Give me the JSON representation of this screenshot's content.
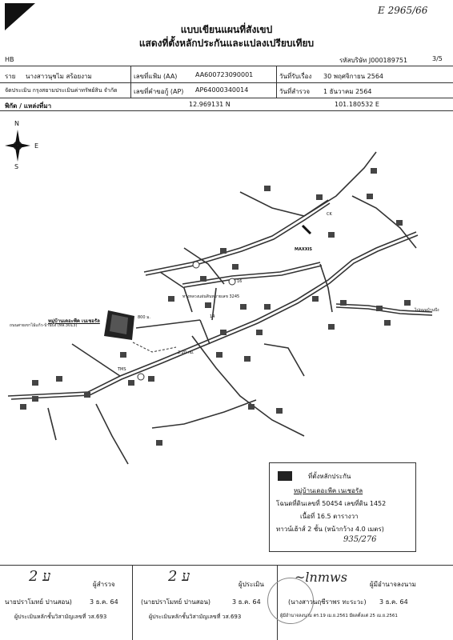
{
  "header": {
    "corner_mark": "HB",
    "handwritten_ref": "E 2965/66",
    "title_line1": "แบบเขียนแผนที่สังเขป",
    "title_line2": "แสดงที่ตั้งหลักประกันและแปลงเปรียบเทียบ",
    "company_code": "รหัสบริษัท J000189751",
    "page_no": "3/5"
  },
  "info": {
    "name_label": "ราย",
    "name_value": "นางสาวนุชไม สร้อยงาม",
    "file_label": "เลขที่แฟ้ม (AA)",
    "file_value": "AA600723090001",
    "receive_label": "วันที่รับเรื่อง",
    "receive_value": "30 พฤศจิกายน 2564",
    "company_value": "จัดประเมิน กรุงสยามประเมินค่าทรัพย์สิน จำกัด",
    "ap_label": "เลขที่คำขอกู้ (AP)",
    "ap_value": "AP64000340014",
    "survey_label": "วันที่สำรวจ",
    "survey_value": "1 ธันวาคม 2564",
    "coord_label": "พิกัด / แหล่งที่มา",
    "lat": "12.969131 N",
    "lon": "101.180532 E"
  },
  "compass": {
    "n": "N",
    "s": "S",
    "e": "E"
  },
  "map_labels": {
    "project_name": "หมู่บ้านเดอะพีค เนเชอรัล",
    "distance_800": "800 ม.",
    "distance_220": "2.20 กม.",
    "maxxis": "MAXXIS",
    "ck": "CK",
    "tms": "TMS",
    "km16": "16",
    "km14": "14",
    "road_3245": "ทางหลวงแผ่นดินหมายเลข 3245",
    "road_3013": "ถนนสายเขาไม้แก้ว-บ้านบึง (ทล.3013)",
    "rd_right": "ไปถนนบ้านบึง"
  },
  "legend": {
    "heading": "ที่ตั้งหลักประกัน",
    "project": "หมู่บ้านเดอะพีค เนเชอรัล",
    "deed": "โฉนดที่ดินเลขที่ 50454 เลขที่ดิน 1452",
    "area": "เนื้อที่ 16.5 ตารางวา",
    "building": "ทาวน์เฮ้าส์ 2 ชั้น (หน้ากว้าง 4.0 เมตร)",
    "handwritten": "935/276"
  },
  "signatures": {
    "surveyor_role": "ผู้สำรวจ",
    "surveyor_name": "นายปราโมทย์ ปานสอน)",
    "surveyor_date": "3 ธ.ค. 64",
    "surveyor_cert": "ผู้ประเมินหลักชั้นวิสามัญเลขที่ วส.693",
    "appraiser_role": "ผู้ประเมิน",
    "appraiser_name": "(นายปราโมทย์ ปานสอน)",
    "appraiser_date": "3 ธ.ค. 64",
    "appraiser_cert": "ผู้ประเมินหลักชั้นวิสามัญเลขที่ วส.693",
    "approver_role": "ผู้มีอำนาจลงนาม",
    "approver_name": "(นางสาวนฤชีราพร ทะระวะ)",
    "approver_date": "3 ธ.ค. 64",
    "approver_cert": "ผู้มีอำนาจลงนาม ตร.19 เม.ย.2561 มีผลตั้งแต่ 25 เม.ย.2561"
  }
}
